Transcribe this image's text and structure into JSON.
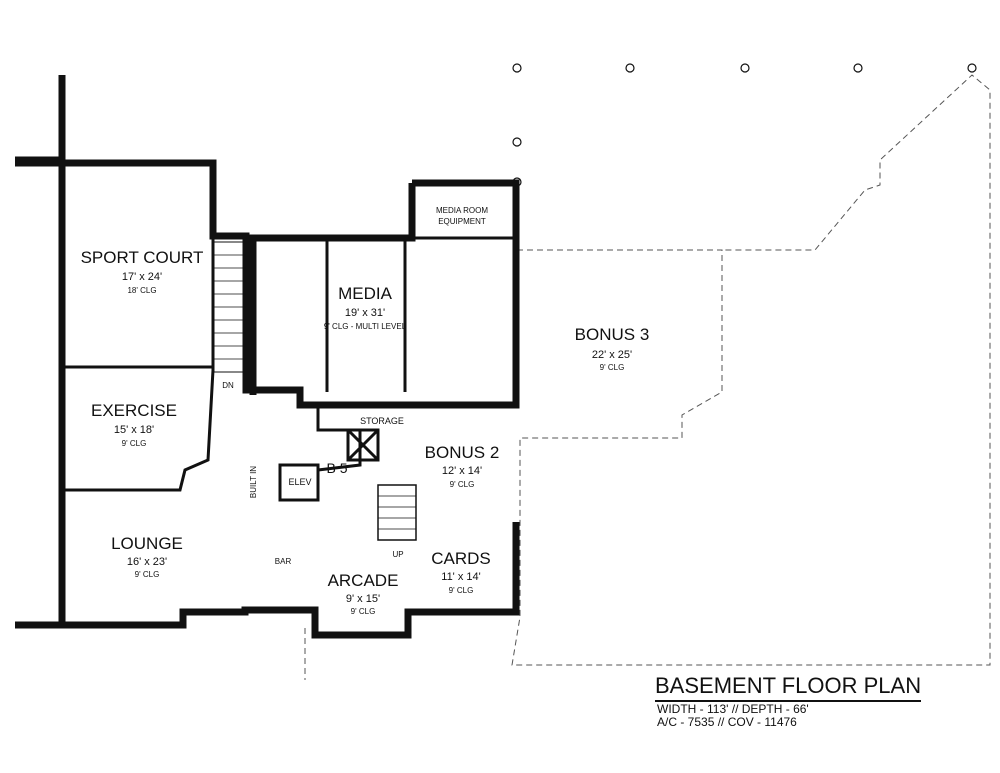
{
  "title": "BASEMENT FLOOR PLAN",
  "specs": [
    "WIDTH - 113' // DEPTH - 66'",
    "A/C - 7535 // COV - 11476"
  ],
  "rooms": {
    "sport_court": {
      "name": "SPORT COURT",
      "size": "17' x 24'",
      "clg": "18' CLG"
    },
    "media": {
      "name": "MEDIA",
      "size": "19' x 31'",
      "clg": "9' CLG - MULTI LEVEL"
    },
    "media_equipment": {
      "line1": "MEDIA ROOM",
      "line2": "EQUIPMENT"
    },
    "bonus3": {
      "name": "BONUS 3",
      "size": "22' x 25'",
      "clg": "9' CLG"
    },
    "exercise": {
      "name": "EXERCISE",
      "size": "15' x 18'",
      "clg": "9' CLG"
    },
    "bonus2": {
      "name": "BONUS 2",
      "size": "12' x 14'",
      "clg": "9' CLG"
    },
    "lounge": {
      "name": "LOUNGE",
      "size": "16' x 23'",
      "clg": "9' CLG"
    },
    "cards": {
      "name": "CARDS",
      "size": "11' x 14'",
      "clg": "9' CLG"
    },
    "arcade": {
      "name": "ARCADE",
      "size": "9' x 15'",
      "clg": "9' CLG"
    },
    "storage": "STORAGE",
    "bath": "B 5",
    "elev": "ELEV",
    "built_in": "BUILT IN",
    "bar": "BAR",
    "stair_dn": "DN",
    "stair_up": "UP"
  }
}
